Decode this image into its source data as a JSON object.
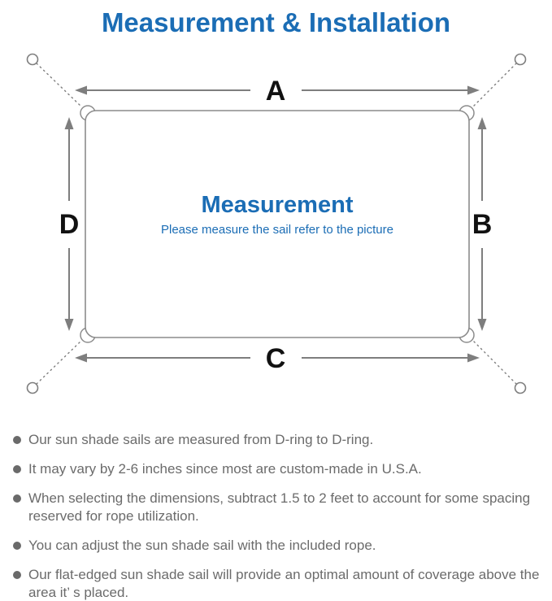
{
  "title": "Measurement & Installation",
  "diagram": {
    "labels": {
      "top": "A",
      "right": "B",
      "bottom": "C",
      "left": "D"
    },
    "center_title": "Measurement",
    "center_subtitle": "Please measure the sail refer to the picture"
  },
  "notes": [
    "Our sun shade sails are measured from D-ring to D-ring.",
    "It may vary by 2-6 inches since most are custom-made in U.S.A.",
    "When selecting the dimensions, subtract 1.5 to 2 feet to account for some spacing reserved for rope utilization.",
    "You can adjust the sun shade sail with the included rope.",
    "Our flat-edged sun shade sail will provide an optimal amount of coverage above the area it’ s placed."
  ],
  "colors": {
    "accent_blue": "#1b6db5",
    "note_gray": "#6b6b6b",
    "line_gray": "#7e7e7e"
  }
}
